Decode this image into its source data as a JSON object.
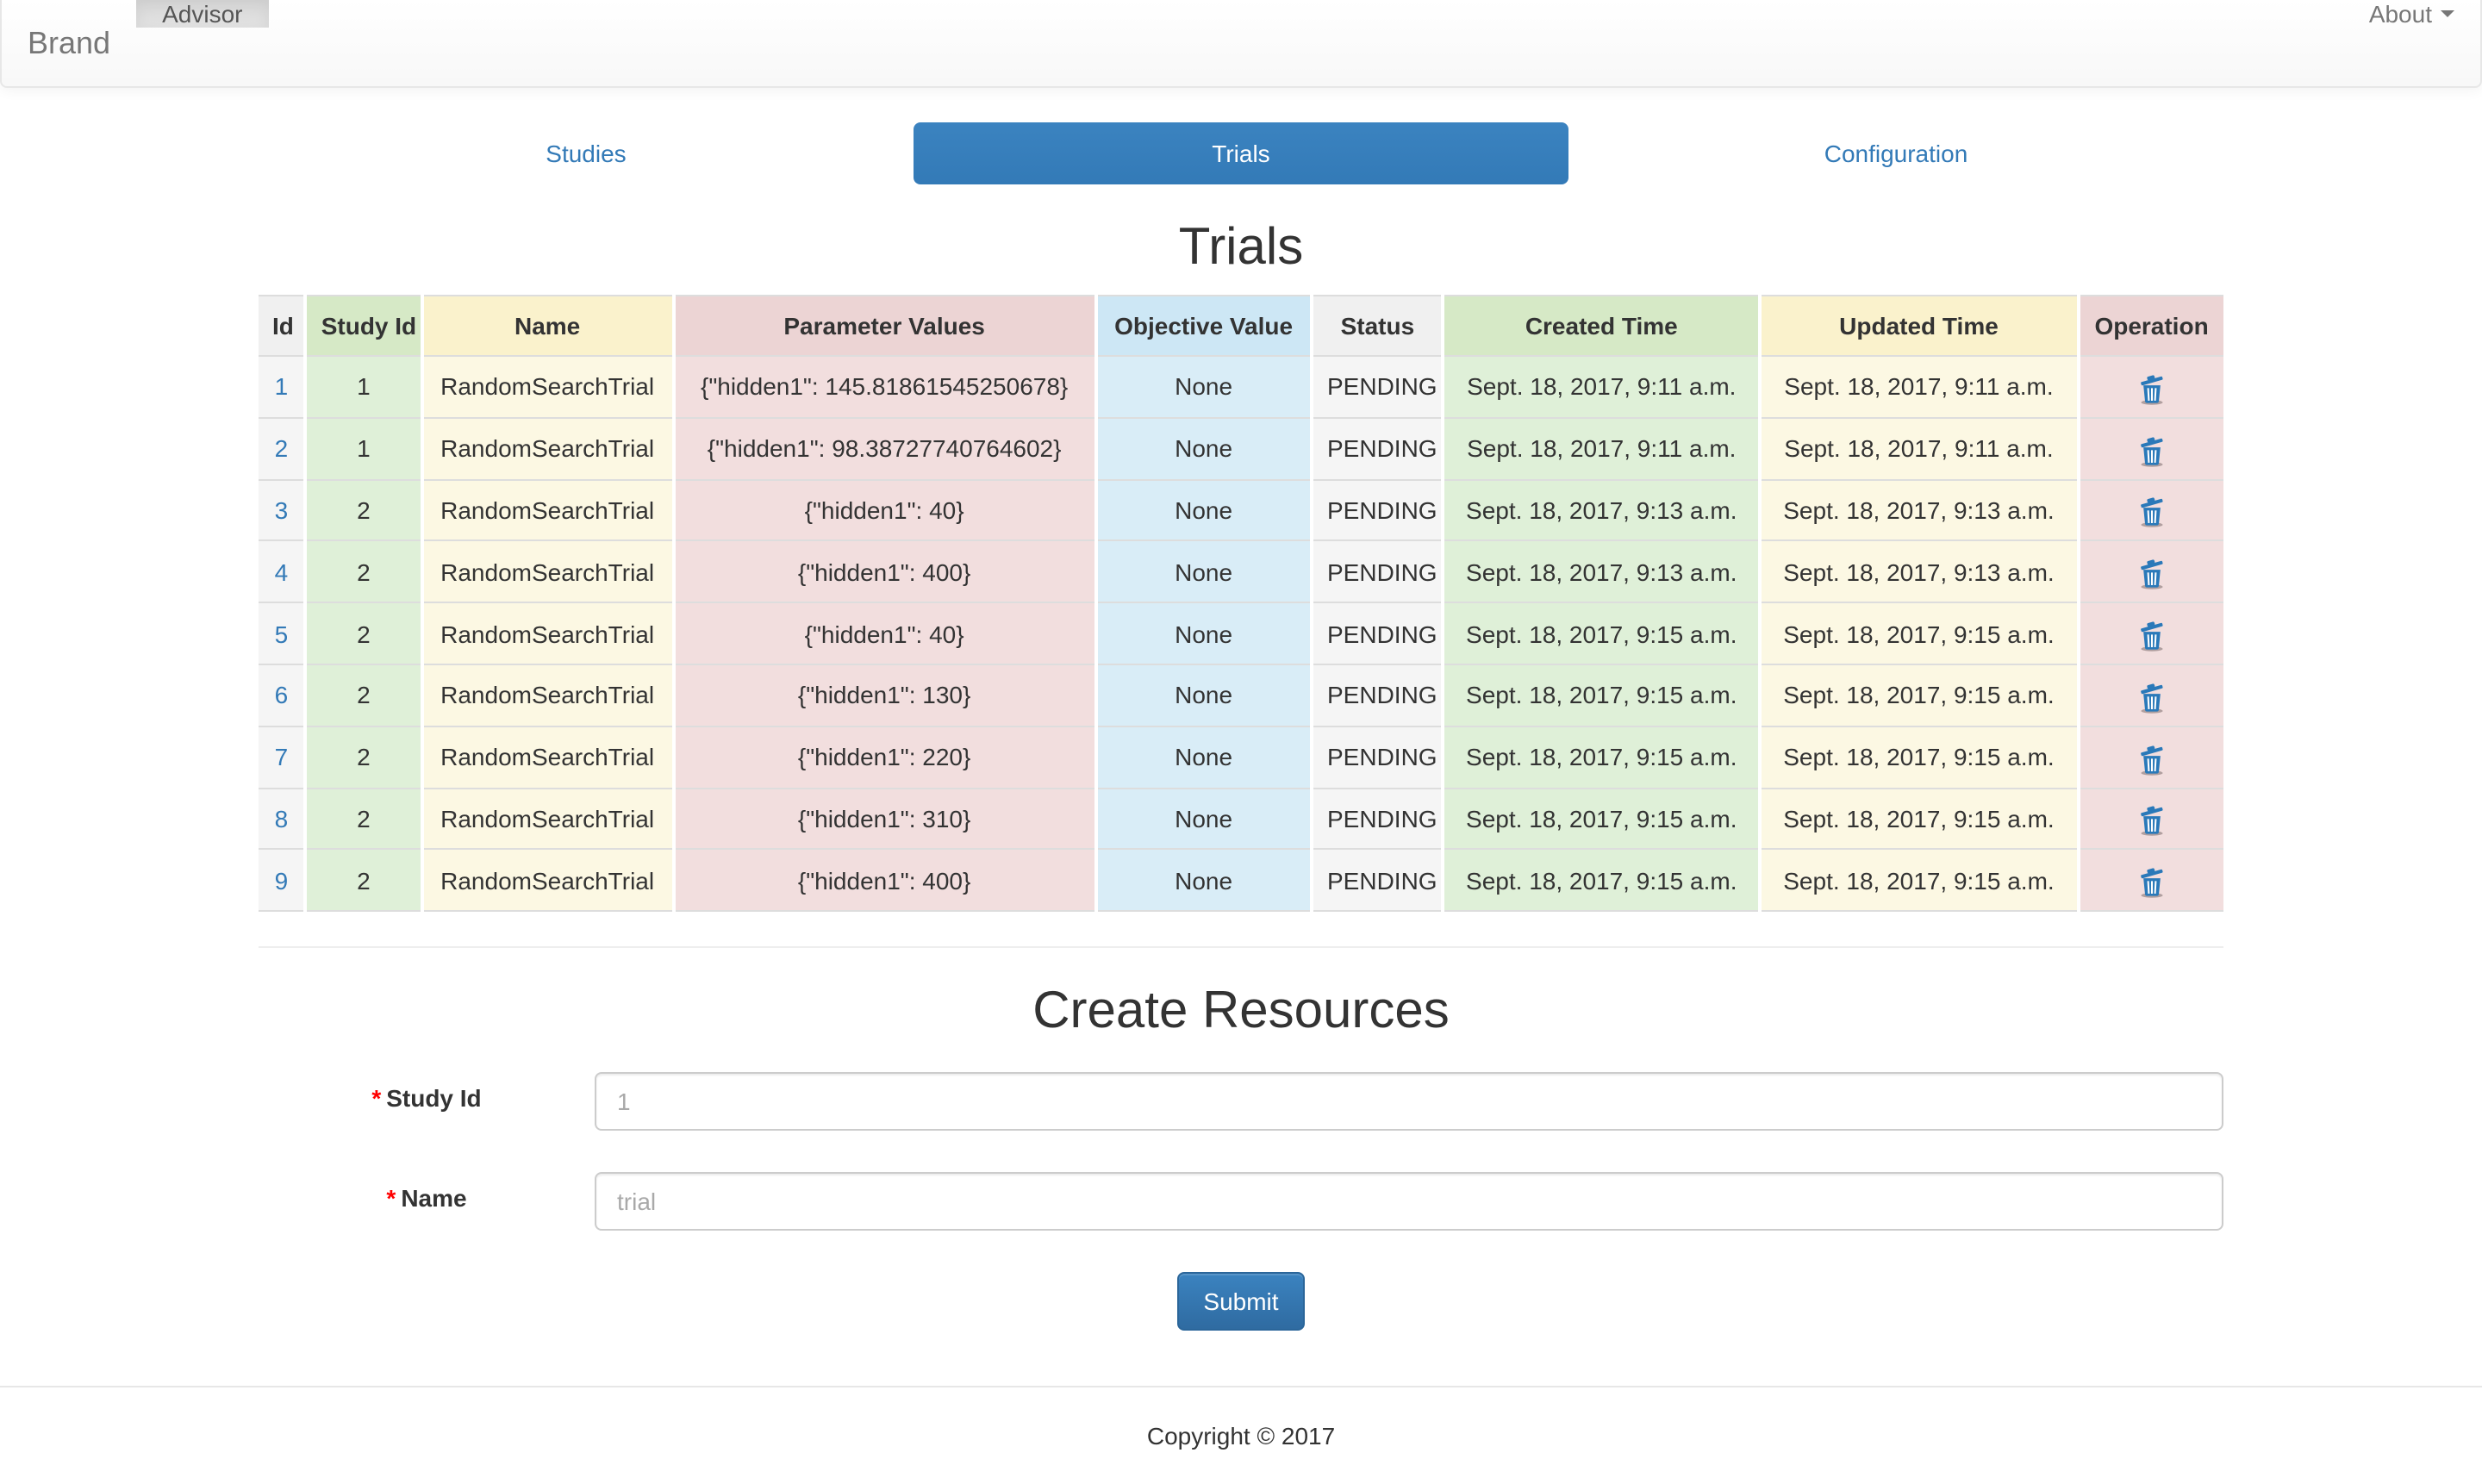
{
  "navbar": {
    "brand": "Brand",
    "nav_item": "Advisor",
    "about": "About"
  },
  "tabs": [
    {
      "label": "Studies",
      "active": false
    },
    {
      "label": "Trials",
      "active": true
    },
    {
      "label": "Configuration",
      "active": false
    }
  ],
  "page_title": "Trials",
  "table": {
    "columns": [
      {
        "label": "Id",
        "variant": "active"
      },
      {
        "label": "Study Id",
        "variant": "success"
      },
      {
        "label": "Name",
        "variant": "warning"
      },
      {
        "label": "Parameter Values",
        "variant": "danger"
      },
      {
        "label": "Objective Value",
        "variant": "info"
      },
      {
        "label": "Status",
        "variant": "active"
      },
      {
        "label": "Created Time",
        "variant": "success"
      },
      {
        "label": "Updated Time",
        "variant": "warning"
      },
      {
        "label": "Operation",
        "variant": "danger"
      }
    ],
    "operation_icon": "trash-icon",
    "rows": [
      {
        "id": "1",
        "study_id": "1",
        "name": "RandomSearchTrial",
        "parameter_values": "{\"hidden1\": 145.81861545250678}",
        "objective_value": "None",
        "status": "PENDING",
        "created_time": "Sept. 18, 2017, 9:11 a.m.",
        "updated_time": "Sept. 18, 2017, 9:11 a.m."
      },
      {
        "id": "2",
        "study_id": "1",
        "name": "RandomSearchTrial",
        "parameter_values": "{\"hidden1\": 98.38727740764602}",
        "objective_value": "None",
        "status": "PENDING",
        "created_time": "Sept. 18, 2017, 9:11 a.m.",
        "updated_time": "Sept. 18, 2017, 9:11 a.m."
      },
      {
        "id": "3",
        "study_id": "2",
        "name": "RandomSearchTrial",
        "parameter_values": "{\"hidden1\": 40}",
        "objective_value": "None",
        "status": "PENDING",
        "created_time": "Sept. 18, 2017, 9:13 a.m.",
        "updated_time": "Sept. 18, 2017, 9:13 a.m."
      },
      {
        "id": "4",
        "study_id": "2",
        "name": "RandomSearchTrial",
        "parameter_values": "{\"hidden1\": 400}",
        "objective_value": "None",
        "status": "PENDING",
        "created_time": "Sept. 18, 2017, 9:13 a.m.",
        "updated_time": "Sept. 18, 2017, 9:13 a.m."
      },
      {
        "id": "5",
        "study_id": "2",
        "name": "RandomSearchTrial",
        "parameter_values": "{\"hidden1\": 40}",
        "objective_value": "None",
        "status": "PENDING",
        "created_time": "Sept. 18, 2017, 9:15 a.m.",
        "updated_time": "Sept. 18, 2017, 9:15 a.m."
      },
      {
        "id": "6",
        "study_id": "2",
        "name": "RandomSearchTrial",
        "parameter_values": "{\"hidden1\": 130}",
        "objective_value": "None",
        "status": "PENDING",
        "created_time": "Sept. 18, 2017, 9:15 a.m.",
        "updated_time": "Sept. 18, 2017, 9:15 a.m."
      },
      {
        "id": "7",
        "study_id": "2",
        "name": "RandomSearchTrial",
        "parameter_values": "{\"hidden1\": 220}",
        "objective_value": "None",
        "status": "PENDING",
        "created_time": "Sept. 18, 2017, 9:15 a.m.",
        "updated_time": "Sept. 18, 2017, 9:15 a.m."
      },
      {
        "id": "8",
        "study_id": "2",
        "name": "RandomSearchTrial",
        "parameter_values": "{\"hidden1\": 310}",
        "objective_value": "None",
        "status": "PENDING",
        "created_time": "Sept. 18, 2017, 9:15 a.m.",
        "updated_time": "Sept. 18, 2017, 9:15 a.m."
      },
      {
        "id": "9",
        "study_id": "2",
        "name": "RandomSearchTrial",
        "parameter_values": "{\"hidden1\": 400}",
        "objective_value": "None",
        "status": "PENDING",
        "created_time": "Sept. 18, 2017, 9:15 a.m.",
        "updated_time": "Sept. 18, 2017, 9:15 a.m."
      }
    ]
  },
  "create_resources": {
    "title": "Create Resources",
    "required_mark": "*",
    "fields": [
      {
        "label": "Study Id",
        "required": true,
        "placeholder": "1"
      },
      {
        "label": "Name",
        "required": true,
        "placeholder": "trial"
      }
    ],
    "submit_label": "Submit"
  },
  "footer": {
    "copyright": "Copyright © 2017"
  },
  "colors": {
    "accent": "#337ab7",
    "active_bg": "#f5f5f5",
    "success_bg": "#dff0d8",
    "warning_bg": "#fcf8e3",
    "danger_bg": "#f2dede",
    "info_bg": "#d9edf7",
    "required_mark": "#ff0000"
  }
}
